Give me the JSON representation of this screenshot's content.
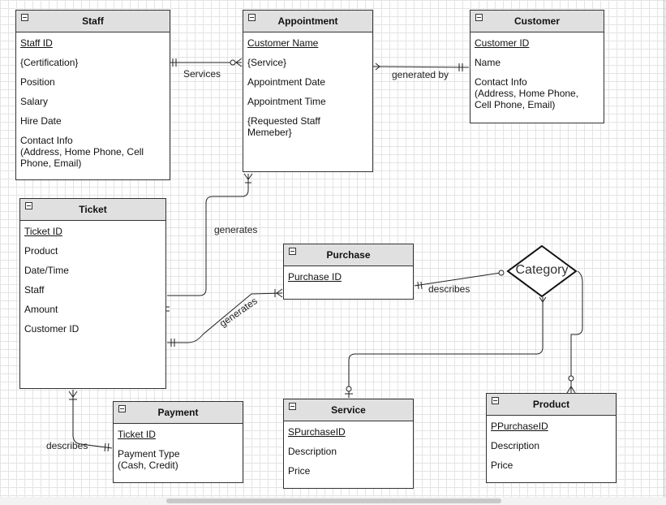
{
  "entities": {
    "staff": {
      "title": "Staff",
      "attributes": [
        "Staff ID",
        "{Certification}",
        "Position",
        "Salary",
        "Hire Date",
        "Contact Info\n(Address, Home Phone, Cell\nPhone, Email)"
      ]
    },
    "appointment": {
      "title": "Appointment",
      "attributes": [
        "Customer Name",
        "{Service}",
        "Appointment Date",
        "Appointment Time",
        "{Requested Staff\nMemeber}"
      ]
    },
    "customer": {
      "title": "Customer",
      "attributes": [
        "Customer ID",
        "Name",
        "Contact Info\n(Address, Home Phone,\nCell Phone, Email)"
      ]
    },
    "ticket": {
      "title": "Ticket",
      "attributes": [
        "Ticket ID",
        "Product",
        "Date/Time",
        "Staff",
        "Amount",
        "Customer ID"
      ]
    },
    "purchase": {
      "title": "Purchase",
      "attributes": [
        "Purchase ID"
      ]
    },
    "payment": {
      "title": "Payment",
      "attributes": [
        "Ticket ID",
        "Payment Type\n(Cash, Credit)"
      ]
    },
    "service": {
      "title": "Service",
      "attributes": [
        "SPurchaseID",
        "Description",
        "Price"
      ]
    },
    "product": {
      "title": "Product",
      "attributes": [
        "PPurchaseID",
        "Description",
        "Price"
      ]
    }
  },
  "relationship": {
    "label": "Category"
  },
  "link_labels": {
    "services": "Services",
    "generated_by": "generated by",
    "ticket_generates_appointment": "generates",
    "ticket_generates_purchase": "generates",
    "describes_purchase": "describes",
    "describes_payment": "describes"
  },
  "colors": {
    "header": "#e0e0e0",
    "border": "#333333",
    "grid": "#e4e4e4",
    "background": "#ffffff"
  }
}
